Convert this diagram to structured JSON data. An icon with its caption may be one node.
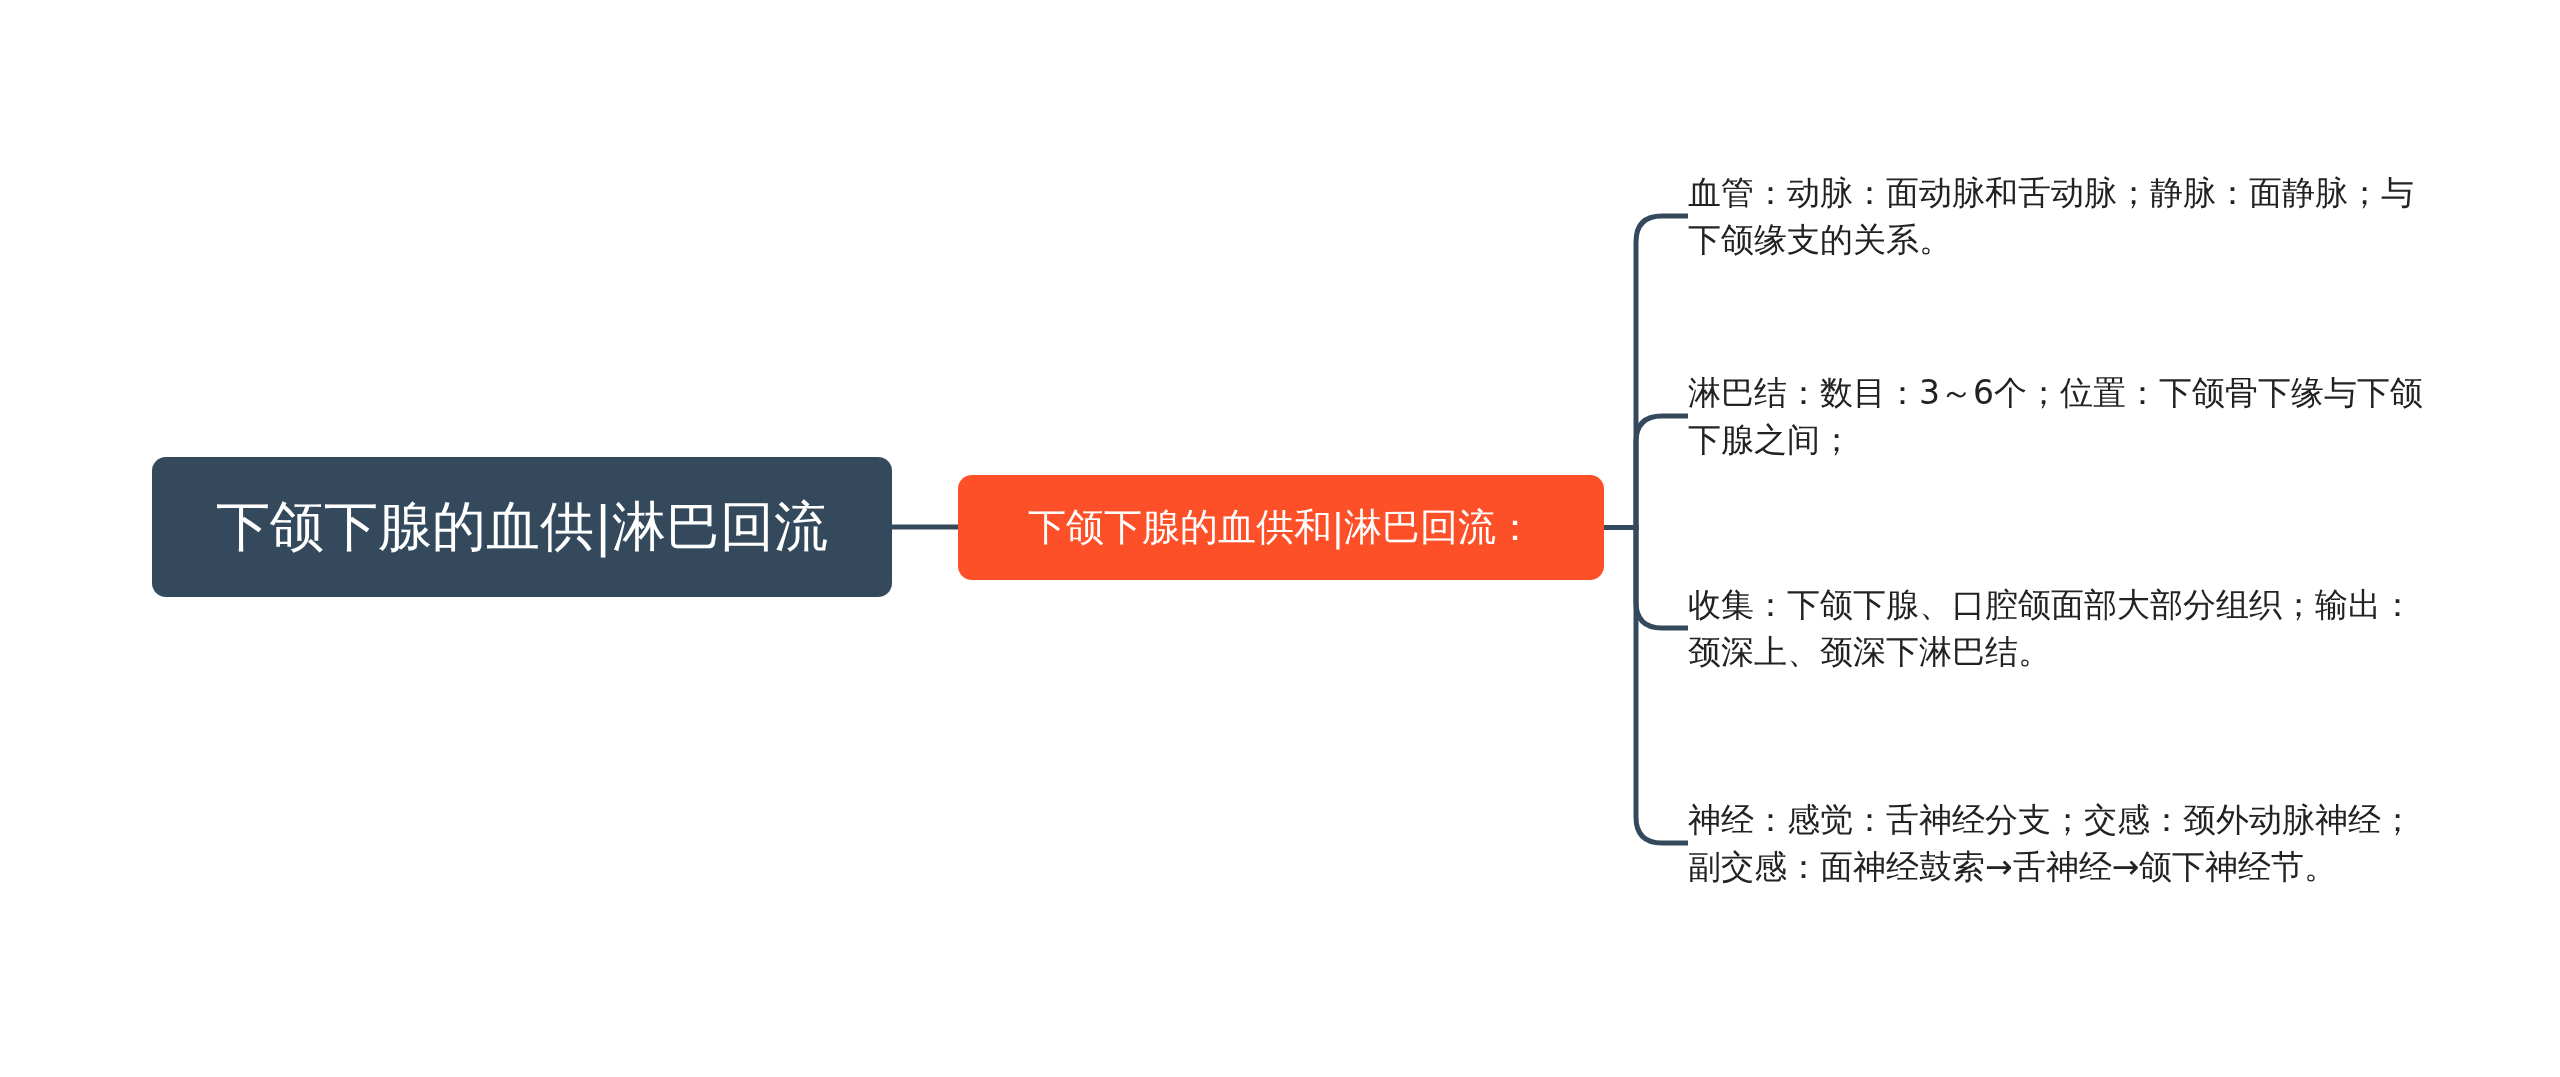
{
  "diagram": {
    "nodes": [
      {
        "text": [
          "下颌下腺的血供|淋巴回流"
        ]
      },
      {
        "text": [
          "下颌下腺的血供和|淋巴回流："
        ]
      },
      {
        "text": [
          "血管：动脉：面动脉和舌动脉；静脉：面静脉；与下颌缘支的关系。"
        ]
      },
      {
        "text": [
          "淋巴结：数目：3～6个；位置：下颌骨下缘与下颌下腺之间；"
        ]
      },
      {
        "text": [
          "收集：下颌下腺、口腔颌面部大部分组织；输出：颈深上、颈深下淋巴结。"
        ]
      },
      {
        "text": [
          "神经：感觉：舌神经分支；交感：颈外动脉神经；副交感：面神经鼓索→舌神经→颌下神经节。"
        ]
      }
    ],
    "edges": [
      {
        "from": 0,
        "to": 1,
        "arrow": "none"
      },
      {
        "from": 1,
        "to": 2,
        "arrow": "none"
      },
      {
        "from": 1,
        "to": 3,
        "arrow": "none"
      },
      {
        "from": 1,
        "to": 4,
        "arrow": "none"
      },
      {
        "from": 1,
        "to": 5,
        "arrow": "none"
      }
    ]
  }
}
